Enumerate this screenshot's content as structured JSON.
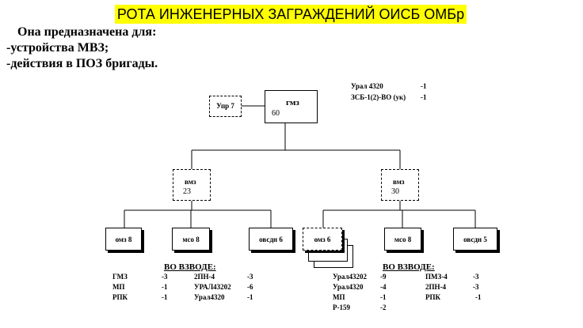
{
  "title": "РОТА ИНЖЕНЕРНЫХ ЗАГРАЖДЕНИЙ ОИСБ ОМБр",
  "purpose": {
    "intro": "Она предназначена для:",
    "items": [
      "-устройства МВЗ;",
      "-действия в ПОЗ бригады."
    ]
  },
  "hq_equipment": [
    {
      "name": "Урал 4320",
      "count": "-1"
    },
    {
      "name": "ЗСБ-1(2)-ВО (ук)",
      "count": "-1"
    }
  ],
  "units": {
    "command": {
      "name": "гмз",
      "count": "60"
    },
    "control": {
      "name": "Упр 7"
    },
    "platoon_left": {
      "name": "вмз",
      "count": "23"
    },
    "platoon_right": {
      "name": "вмз",
      "count": "30"
    },
    "squads_left": [
      "омз 8",
      "мсо 8",
      "овсдн 6"
    ],
    "squads_right": [
      "омз 6",
      "мсо 8",
      "овсдн 5"
    ]
  },
  "platoon_left_equipment": {
    "heading": "ВО ВЗВОДЕ:",
    "rows": [
      [
        "ГМЗ",
        "-3",
        "2ПН-4",
        "-3"
      ],
      [
        "МП",
        "-1",
        "УРАЛ43202",
        "-6"
      ],
      [
        "РПК",
        "-1",
        "Урал4320",
        "-1"
      ]
    ]
  },
  "platoon_right_equipment": {
    "heading": "ВО ВЗВОДЕ:",
    "rows": [
      [
        "Урал43202",
        "-9",
        "ПМЗ-4",
        "-3"
      ],
      [
        "Урал4320",
        "-4",
        "2ПН-4",
        "-3"
      ],
      [
        "МП",
        "-1",
        "РПК",
        "-1"
      ],
      [
        "Р-159",
        "-2",
        "",
        ""
      ]
    ]
  }
}
